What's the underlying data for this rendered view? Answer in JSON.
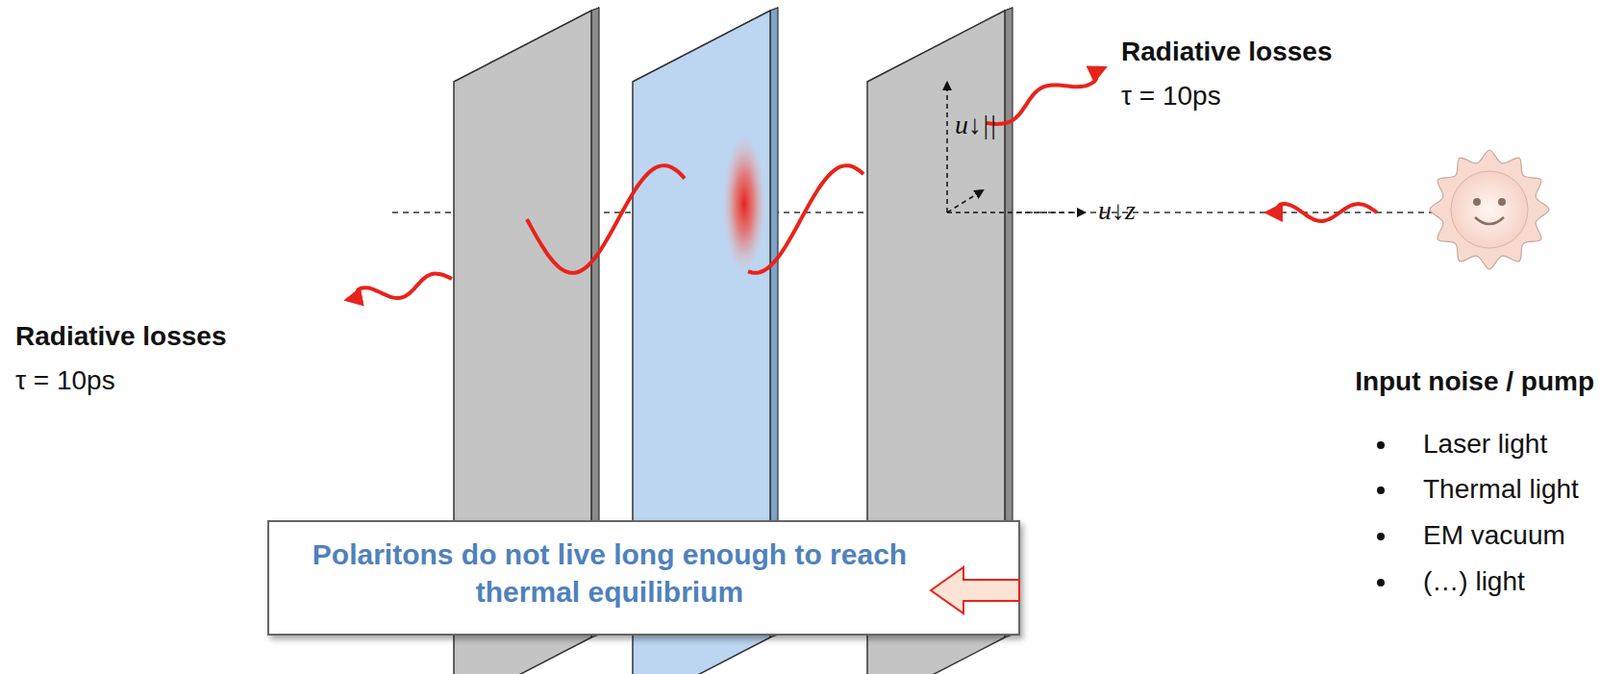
{
  "diagram": {
    "nodes": [
      {
        "text": [
          "Polaritons do not live long enough to reach thermal equilibrium"
        ]
      }
    ],
    "labels": [
      "Radiative losses",
      "τ = 10ps",
      "u↓||",
      "u↓z",
      "Radiative losses",
      "τ = 10ps",
      "Input noise / pump",
      "Laser light",
      "Thermal light",
      "EM vacuum",
      "(…) light"
    ]
  }
}
